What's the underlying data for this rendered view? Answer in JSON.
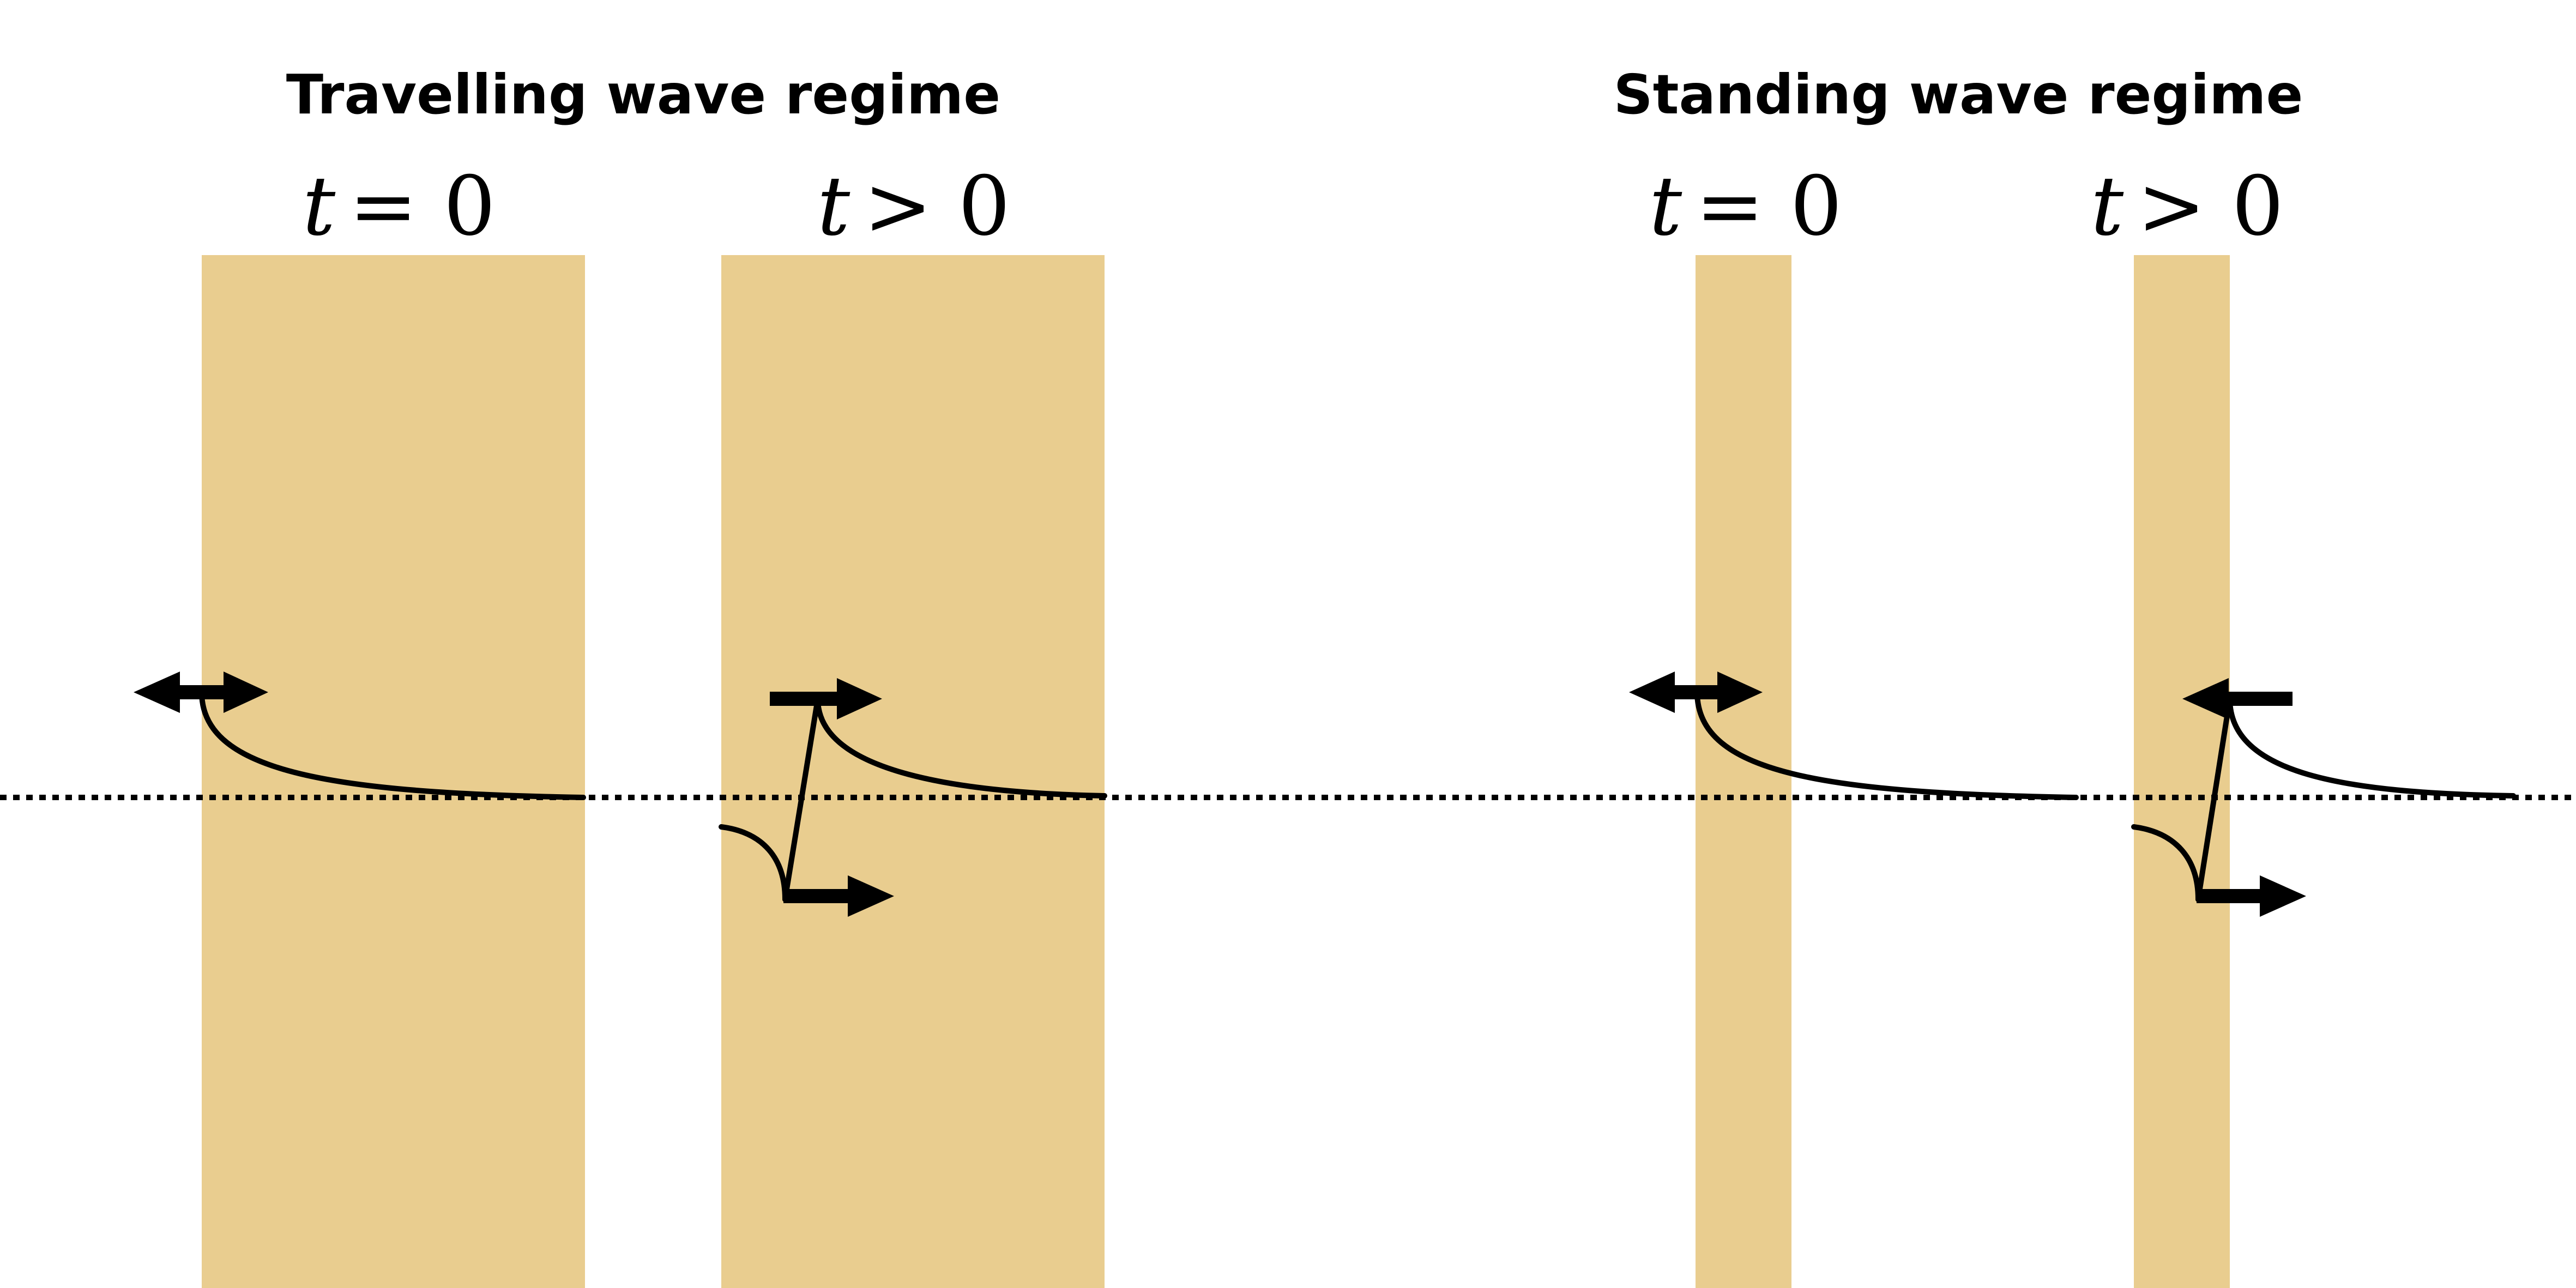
{
  "figure": {
    "background": "#ffffff",
    "accent_color": "#e9cd8f",
    "line_color": "#000000",
    "regimes": [
      {
        "title": "Travelling wave regime",
        "panels": [
          {
            "time_variable": "t",
            "time_relation": "= 0"
          },
          {
            "time_variable": "t",
            "time_relation": "> 0"
          }
        ]
      },
      {
        "title": "Standing wave regime",
        "panels": [
          {
            "time_variable": "t",
            "time_relation": "= 0"
          },
          {
            "time_variable": "t",
            "time_relation": "> 0"
          }
        ]
      }
    ]
  }
}
